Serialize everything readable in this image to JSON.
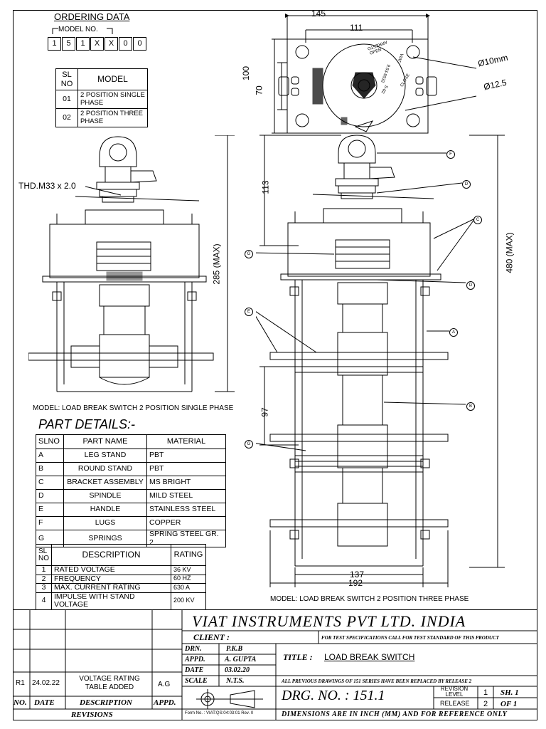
{
  "ordering": {
    "title": "ORDERING DATA",
    "model_no_label": "MODEL NO.",
    "digits": [
      "1",
      "5",
      "1",
      "X",
      "X",
      "0",
      "0"
    ]
  },
  "model_table": {
    "headers": [
      "SL NO",
      "MODEL"
    ],
    "rows": [
      {
        "no": "01",
        "model": "2 POSITION SINGLE PHASE"
      },
      {
        "no": "02",
        "model": "2 POSITION THREE PHASE"
      }
    ]
  },
  "top_view": {
    "dim_overall": "145",
    "dim_bolt": "111",
    "dim_height": "100",
    "dim_inner": "70",
    "hole_small": "Ø10mm",
    "hole_large": "Ø12.5",
    "dial_labels": [
      "OPEN",
      "CLOSE",
      "ARRESTO",
      "VIAT",
      "S-02",
      "9.53-9532"
    ]
  },
  "single_phase": {
    "thread": "THD.M33 x 2.0",
    "height": "285 (MAX)",
    "caption": "MODEL: LOAD BREAK SWITCH 2 POSITION SINGLE PHASE"
  },
  "three_phase": {
    "dim_top": "113",
    "dim_pitch": "97",
    "height": "480 (MAX)",
    "width_inner": "137",
    "width_outer": "192",
    "caption": "MODEL: LOAD BREAK SWITCH 2 POSITION THREE PHASE",
    "callouts": [
      "F",
      "D",
      "C",
      "G",
      "D",
      "E",
      "A",
      "B",
      "G"
    ]
  },
  "part_details": {
    "title": "PART DETAILS:-",
    "headers": [
      "SLNO",
      "PART NAME",
      "MATERIAL"
    ],
    "rows": [
      {
        "no": "A",
        "name": "LEG STAND",
        "material": "PBT"
      },
      {
        "no": "B",
        "name": "ROUND STAND",
        "material": "PBT"
      },
      {
        "no": "C",
        "name": "BRACKET ASSEMBLY",
        "material": "MS BRIGHT"
      },
      {
        "no": "D",
        "name": "SPINDLE",
        "material": "MILD STEEL"
      },
      {
        "no": "E",
        "name": "HANDLE",
        "material": "STAINLESS STEEL"
      },
      {
        "no": "F",
        "name": "LUGS",
        "material": "COPPER"
      },
      {
        "no": "G",
        "name": "SPRINGS",
        "material": "SPRING STEEL GR. 2"
      }
    ]
  },
  "ratings": {
    "headers": [
      "SL NO",
      "DESCRIPTION",
      "RATING"
    ],
    "rows": [
      {
        "no": "1",
        "desc": "RATED VOLTAGE",
        "rating": "36 KV"
      },
      {
        "no": "2",
        "desc": "FREQUENCY",
        "rating": "60 HZ"
      },
      {
        "no": "3",
        "desc": "MAX. CURRENT RATING",
        "rating": "630 A"
      },
      {
        "no": "4",
        "desc": "IMPULSE WITH STAND VOLTAGE",
        "rating": "200 KV"
      }
    ]
  },
  "revisions": {
    "rows": [
      {
        "no": "R1",
        "date": "24.02.22",
        "desc": "VOLTAGE RATING TABLE ADDED",
        "appd": "A.G"
      }
    ],
    "headers": [
      "NO.",
      "DATE",
      "DESCRIPTION",
      "APPD."
    ],
    "footer": "REVISIONS"
  },
  "title_block": {
    "company": "VIAT INSTRUMENTS PVT LTD. INDIA",
    "client_label": "CLIENT :",
    "test_note": "FOR TEST SPECIFICATIONS CALL FOR TEST STANDARD OF THIS PRODUCT",
    "drn_label": "DRN.",
    "drn": "P.K.B",
    "appd_label": "APPD.",
    "appd": "A. GUPTA",
    "date_label": "DATE",
    "date": "03.02.20",
    "scale_label": "SCALE",
    "scale": "N.T.S.",
    "title_label": "TITLE :",
    "title": "LOAD BREAK SWITCH",
    "prev_note": "ALL PREVIOUS DRAWINGS OF 151 SERIES HAVE BEEN REPLACED BY RELEASE 2",
    "drg_no": "DRG.  NO.  :  151.1",
    "rev_level_label": "REVISION LEVEL",
    "rev_level": "1",
    "release_label": "RELEASE",
    "release": "2",
    "sheet": "SH.  1",
    "of": "OF    1",
    "form_no": "Form No. : VIAT:QS:04:03:01  Rev. 0",
    "dims_note": "DIMENSIONS ARE IN INCH (MM) AND FOR REFERENCE ONLY"
  }
}
